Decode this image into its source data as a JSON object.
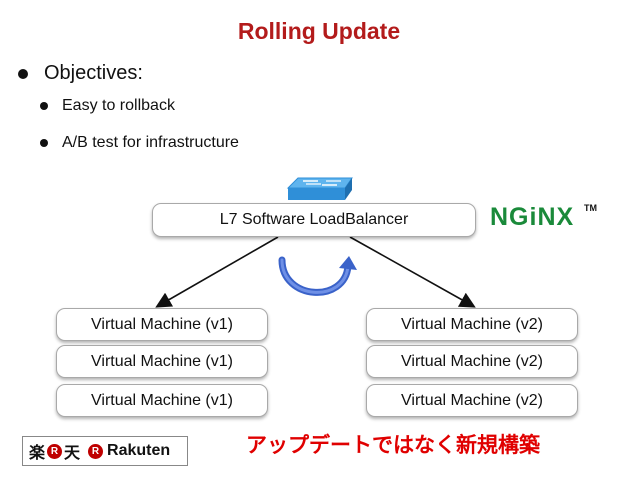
{
  "title": "Rolling Update",
  "bullets": {
    "level1": "Objectives:",
    "level2": [
      "Easy to rollback",
      "A/B test for infrastructure"
    ]
  },
  "diagram": {
    "load_balancer": "L7 Software LoadBalancer",
    "vms_v1": [
      "Virtual Machine (v1)",
      "Virtual Machine (v1)",
      "Virtual Machine (v1)"
    ],
    "vms_v2": [
      "Virtual Machine (v2)",
      "Virtual Machine (v2)",
      "Virtual Machine (v2)"
    ]
  },
  "nginx_logo": {
    "text": "NGiNX",
    "trademark": "TM",
    "color": "#1a8a3a"
  },
  "footer": {
    "japanese_text": "アップデートではなく新規構築",
    "logo_kanji_1": "楽",
    "logo_r": "R",
    "logo_kanji_2": "天",
    "logo_r_2": "R",
    "logo_word": "Rakuten",
    "accent_color": "#bf0000"
  },
  "colors": {
    "title": "#b31b1b",
    "japanese_text": "#e00000",
    "switch_icon": "#2f8fd8",
    "rotate_arrow": "#3a62c9"
  }
}
